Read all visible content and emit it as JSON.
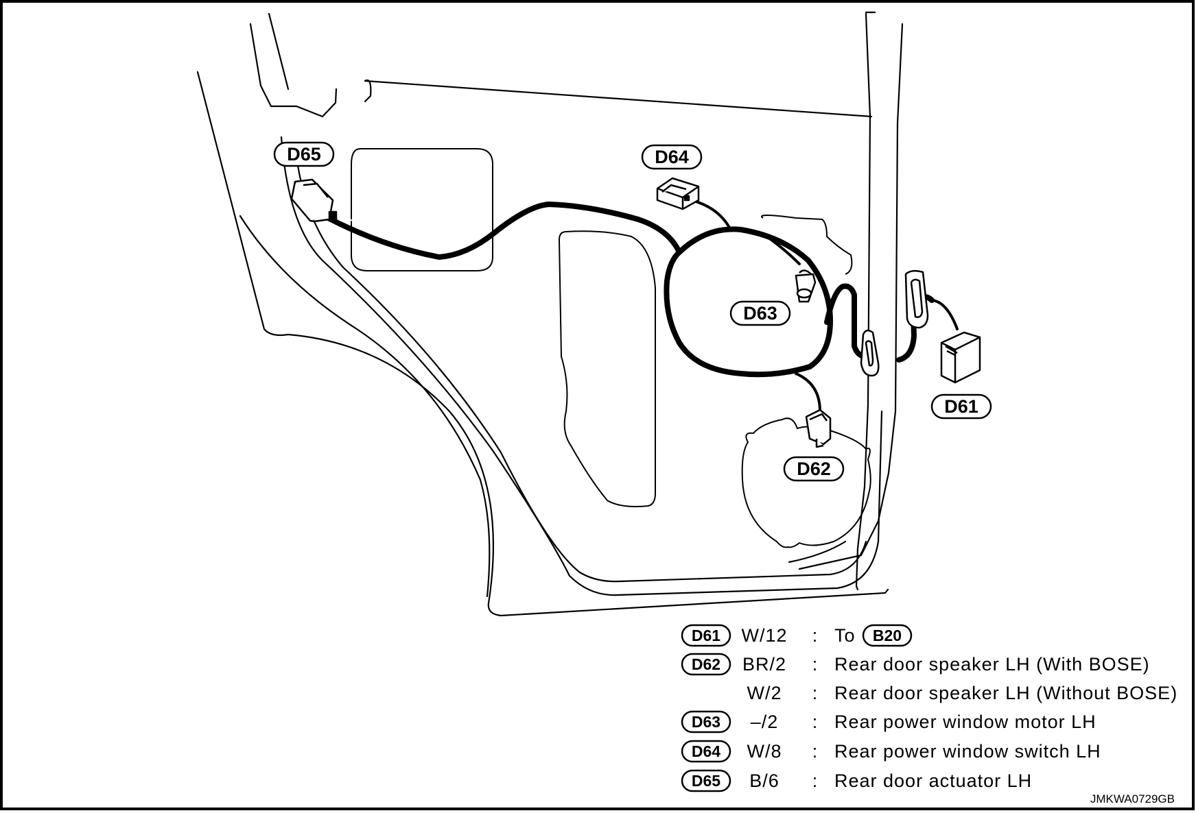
{
  "figure_id": "JMKWA0729GB",
  "callouts": {
    "d65": "D65",
    "d64": "D64",
    "d63": "D63",
    "d62": "D62",
    "d61": "D61"
  },
  "legend": [
    {
      "connector": "D61",
      "spec": "W/12",
      "sep": ":",
      "desc": "To",
      "ref": "B20"
    },
    {
      "connector": "D62",
      "spec": "BR/2",
      "sep": ":",
      "desc": "Rear door speaker LH (With BOSE)"
    },
    {
      "connector": "",
      "spec": "W/2",
      "sep": ":",
      "desc": "Rear door speaker LH (Without BOSE)"
    },
    {
      "connector": "D63",
      "spec": "–/2",
      "sep": ":",
      "desc": "Rear power window motor LH"
    },
    {
      "connector": "D64",
      "spec": "W/8",
      "sep": ":",
      "desc": "Rear power window switch LH"
    },
    {
      "connector": "D65",
      "spec": "B/6",
      "sep": ":",
      "desc": "Rear door actuator LH"
    }
  ]
}
